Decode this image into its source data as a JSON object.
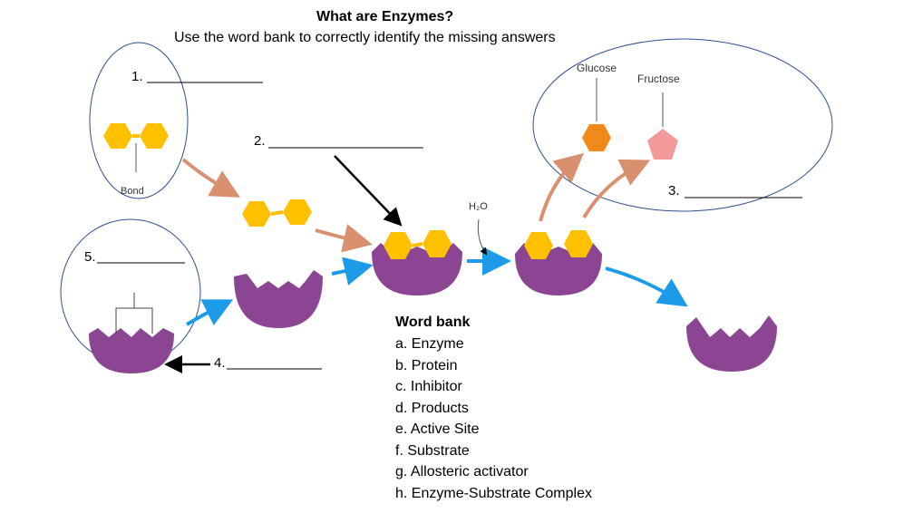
{
  "header": {
    "title": "What are Enzymes?",
    "subtitle": "Use the word bank to correctly identify the missing answers"
  },
  "blanks": {
    "b1": "1.",
    "b2": "2.",
    "b3": "3.",
    "b4": "4.",
    "b5": "5."
  },
  "labels": {
    "bond": "Bond",
    "water": "H₂O",
    "glucose": "Glucose",
    "fructose": "Fructose"
  },
  "word_bank": {
    "title": "Word bank",
    "items": [
      "a. Enzyme",
      "b. Protein",
      "c. Inhibitor",
      "d. Products",
      "e. Active Site",
      "f. Substrate",
      "g. Allosteric activator",
      "h. Enzyme-Substrate Complex"
    ]
  },
  "colors": {
    "enzyme": "#8B4593",
    "substrate": "#FFC000",
    "glucose": "#F28A1A",
    "fructose": "#F4999A",
    "arrow_blue": "#1E9BE8",
    "arrow_orange": "#D9906E",
    "ellipse": "#2F4F8F"
  }
}
